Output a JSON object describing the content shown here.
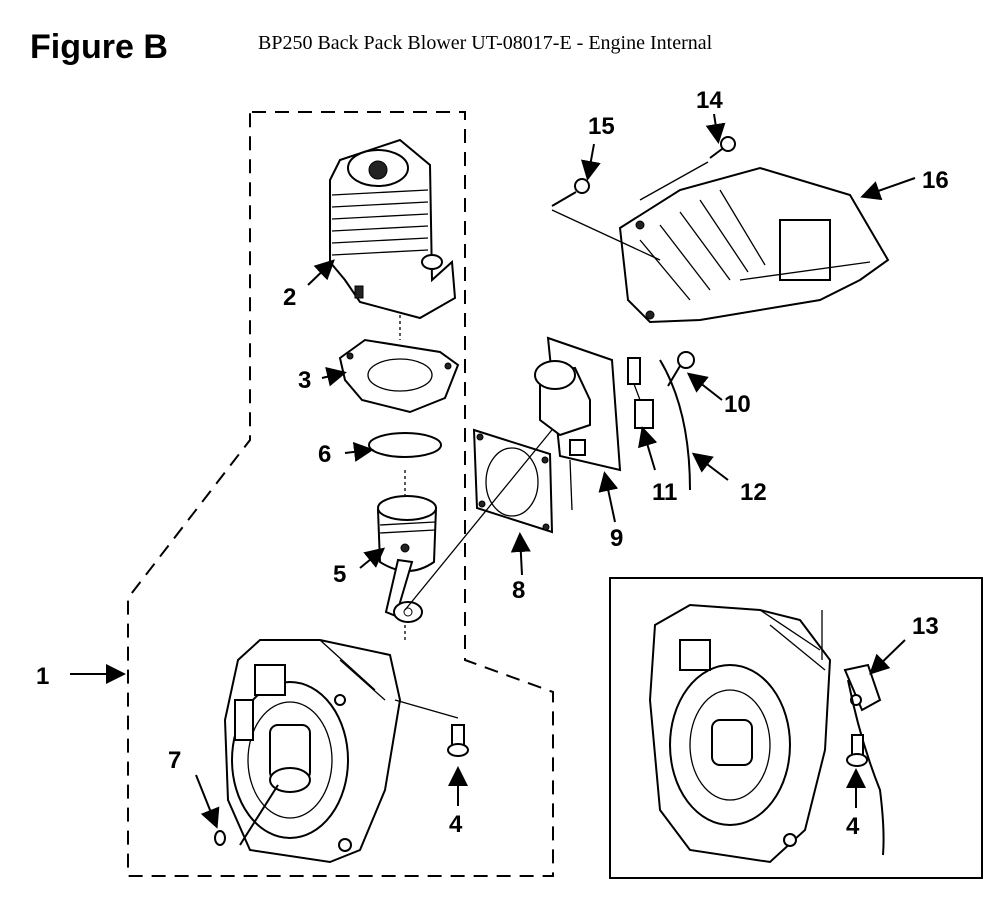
{
  "figure": {
    "label": "Figure B",
    "title": "BP250 Back Pack Blower UT-08017-E  - Engine Internal"
  },
  "callouts": {
    "c1": "1",
    "c2": "2",
    "c3": "3",
    "c4a": "4",
    "c4b": "4",
    "c5": "5",
    "c6": "6",
    "c7": "7",
    "c8": "8",
    "c9": "9",
    "c10": "10",
    "c11": "11",
    "c12": "12",
    "c13": "13",
    "c14": "14",
    "c15": "15",
    "c16": "16"
  }
}
